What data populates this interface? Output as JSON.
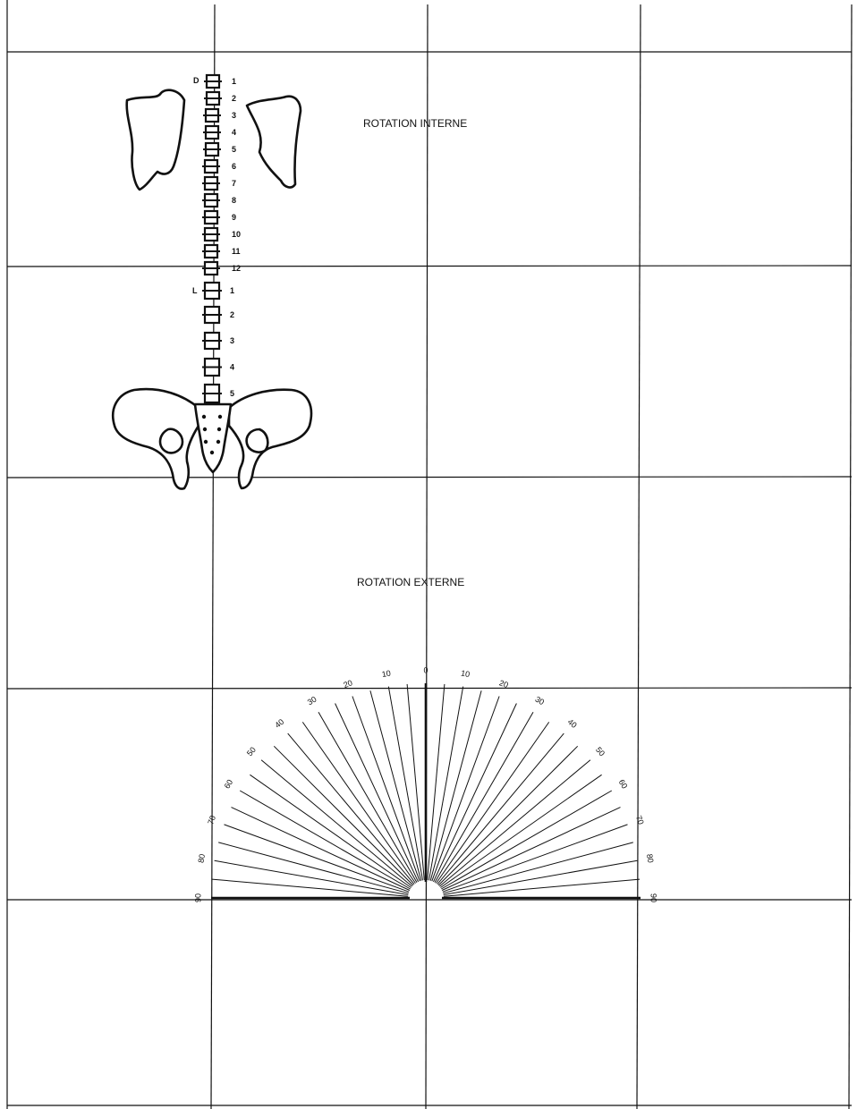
{
  "labels": {
    "internal": "ROTATION INTERNE",
    "external": "ROTATION EXTERNE",
    "dorsal_marker": "D",
    "lumbar_marker": "L"
  },
  "spine": {
    "dorsal": [
      "1",
      "2",
      "3",
      "4",
      "5",
      "6",
      "7",
      "8",
      "9",
      "10",
      "11",
      "12"
    ],
    "lumbar": [
      "1",
      "2",
      "3",
      "4",
      "5"
    ]
  },
  "protractor": {
    "left_labels": [
      "90",
      "80",
      "70",
      "60",
      "50",
      "40",
      "30",
      "20",
      "10"
    ],
    "center_label": "0",
    "right_labels": [
      "10",
      "20",
      "30",
      "40",
      "50",
      "60",
      "70",
      "80",
      "90"
    ]
  }
}
